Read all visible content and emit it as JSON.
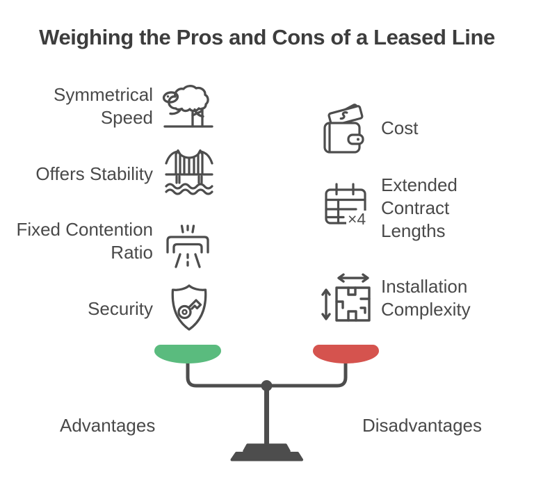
{
  "title": "Weighing the Pros and Cons of a Leased Line",
  "advantages": {
    "label": "Advantages",
    "items": [
      {
        "label": "Symmetrical Speed",
        "icon": "sheep-jumping-fence-icon"
      },
      {
        "label": "Offers Stability",
        "icon": "suspension-bridge-icon"
      },
      {
        "label": "Fixed Contention Ratio",
        "icon": "highway-overpass-icon"
      },
      {
        "label": "Security",
        "icon": "shield-key-icon"
      }
    ]
  },
  "disadvantages": {
    "label": "Disadvantages",
    "items": [
      {
        "label": "Cost",
        "icon": "wallet-money-icon"
      },
      {
        "label": "Extended Contract Lengths",
        "icon": "calendar-x4-icon",
        "annotation": "×4"
      },
      {
        "label": "Installation Complexity",
        "icon": "floorplan-measure-icon"
      }
    ]
  },
  "scale": {
    "left_pan": "advantages",
    "right_pan": "disadvantages"
  },
  "colors": {
    "green": "#5abb7e",
    "red": "#d5534e",
    "ink": "#494949",
    "title": "#3d3d3d",
    "stroke": "#4d4d4d",
    "scale": "#4d4d4d"
  }
}
